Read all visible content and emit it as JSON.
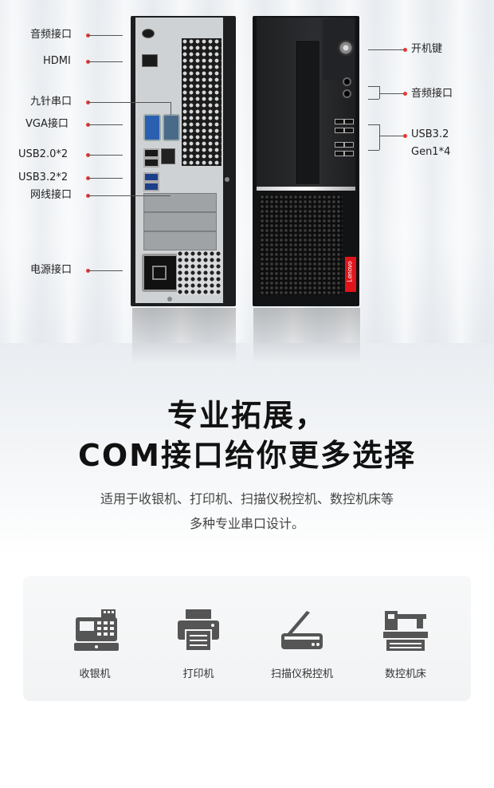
{
  "colors": {
    "accent": "#e53935",
    "lenovo_red": "#e1141c",
    "icon_gray": "#555555"
  },
  "back_labels": [
    {
      "id": "audio",
      "text": "音频接口"
    },
    {
      "id": "hdmi",
      "text": "HDMI"
    },
    {
      "id": "serial",
      "text": "九针串口"
    },
    {
      "id": "vga",
      "text": "VGA接口"
    },
    {
      "id": "usb20",
      "text": "USB2.0*2"
    },
    {
      "id": "usb32",
      "text": "USB3.2*2"
    },
    {
      "id": "lan",
      "text": "网线接口"
    },
    {
      "id": "power",
      "text": "电源接口"
    }
  ],
  "front_labels": [
    {
      "id": "power_button",
      "text": "开机键"
    },
    {
      "id": "front_audio",
      "text": "音频接口"
    },
    {
      "id": "front_usb_line1",
      "text": "USB3.2"
    },
    {
      "id": "front_usb_line2",
      "text": "Gen1*4"
    }
  ],
  "brand_logo": "Lenovo",
  "heading": {
    "line1": "专业拓展，",
    "line2": "COM接口给你更多选择"
  },
  "subtitle": {
    "line1": "适用于收银机、打印机、扫描仪税控机、数控机床等",
    "line2": "多种专业串口设计。"
  },
  "applications": [
    {
      "label": "收银机",
      "icon": "cash-register-icon"
    },
    {
      "label": "打印机",
      "icon": "printer-icon"
    },
    {
      "label": "扫描仪税控机",
      "icon": "scanner-icon"
    },
    {
      "label": "数控机床",
      "icon": "cnc-machine-icon"
    }
  ]
}
